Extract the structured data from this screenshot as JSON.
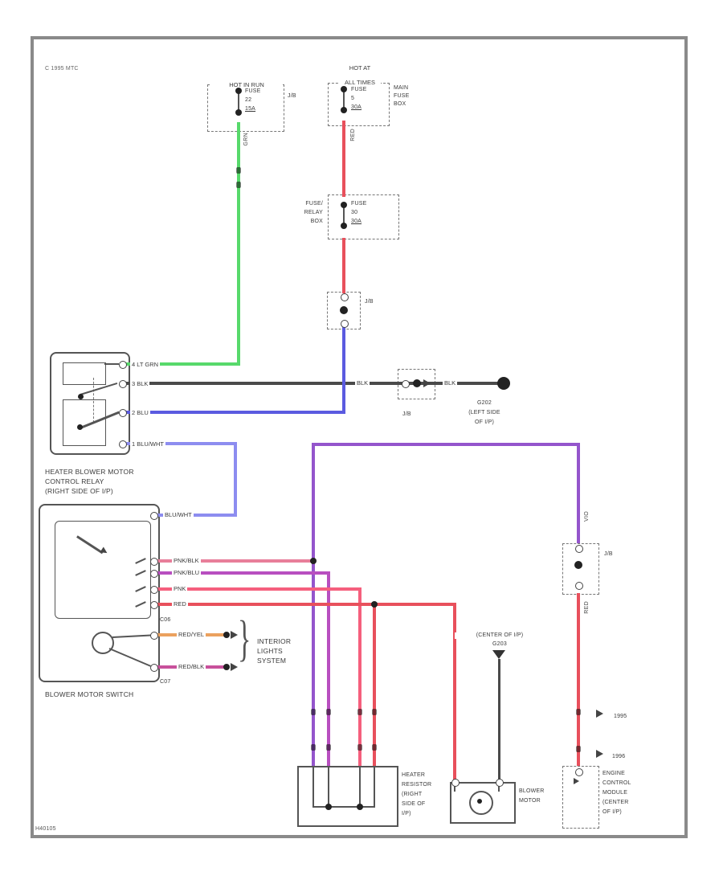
{
  "title": "C 1995 MTC",
  "page_code": "H40105",
  "power": {
    "fuse_a": {
      "header": "HOT IN RUN",
      "name": "FUSE",
      "number": "22",
      "rating": "15A",
      "location": "J/B",
      "wire_label": "GRN"
    },
    "fuse_b": {
      "header_line1": "HOT AT",
      "header_line2": "ALL TIMES",
      "name": "FUSE",
      "number": "5",
      "rating": "30A",
      "box_line1": "MAIN",
      "box_line2": "FUSE",
      "box_line3": "BOX",
      "wire_label": "RED"
    },
    "fuse_30": {
      "name": "FUSE",
      "number": "30",
      "rating": "30A",
      "box_line1": "FUSE/",
      "box_line2": "RELAY",
      "box_line3": "BOX"
    }
  },
  "junctions": {
    "jb1": "J/B",
    "jb2": "J/B",
    "jb3": "J/B",
    "jb4": "J/B"
  },
  "relay": {
    "name_line1": "HEATER BLOWER MOTOR",
    "name_line2": "CONTROL RELAY",
    "name_line3": "(RIGHT SIDE OF I/P)",
    "t4": "4 LT GRN",
    "t3": "3 BLK",
    "t2": "2 BLU",
    "t1": "1 BLU/WHT"
  },
  "ground_g202": {
    "line1": "G202",
    "line2": "(LEFT SIDE",
    "line3": "OF I/P)",
    "wire_label_left": "BLK",
    "wire_label_right": "BLK"
  },
  "blower_switch": {
    "name": "BLOWER MOTOR SWITCH",
    "conn_top": "C06",
    "conn_bottom": "C07",
    "t_bluwht": "BLU/WHT",
    "t_pnkblk": "PNK/BLK",
    "t_pnkblu": "PNK/BLU",
    "t_pnk": "PNK",
    "t_red": "RED",
    "t_redyel": "RED/YEL",
    "t_redblk": "RED/BLK"
  },
  "interior_lights": {
    "line1": "INTERIOR",
    "line2": "LIGHTS",
    "line3": "SYSTEM"
  },
  "ground_g203": {
    "line1": "(CENTER OF I/P)",
    "line2": "G203"
  },
  "resistor": {
    "line1": "HEATER",
    "line2": "RESISTOR",
    "line3": "(RIGHT",
    "line4": "SIDE OF",
    "line5": "I/P)"
  },
  "blower_motor": {
    "line1": "BLOWER",
    "line2": "MOTOR"
  },
  "ecm": {
    "line1": "ENGINE",
    "line2": "CONTROL",
    "line3": "MODULE",
    "line4": "(CENTER",
    "line5": "OF I/P)",
    "ref1": "1995",
    "ref2": "1996",
    "wire_label_top": "VIO",
    "wire_label_bottom": "RED"
  },
  "wire_colors": {
    "lt_grn": "#57d96b",
    "red": "#e8505c",
    "blu": "#5b5be0",
    "blu_wht": "#8d8df0",
    "blk": "#4a4a4a",
    "vio": "#9455cc",
    "pnk_blk": "#e87e9a",
    "pnk_blu": "#b84fc0",
    "pnk": "#f55f7d",
    "red_yel": "#eba15e",
    "red_blk": "#c8509b"
  }
}
